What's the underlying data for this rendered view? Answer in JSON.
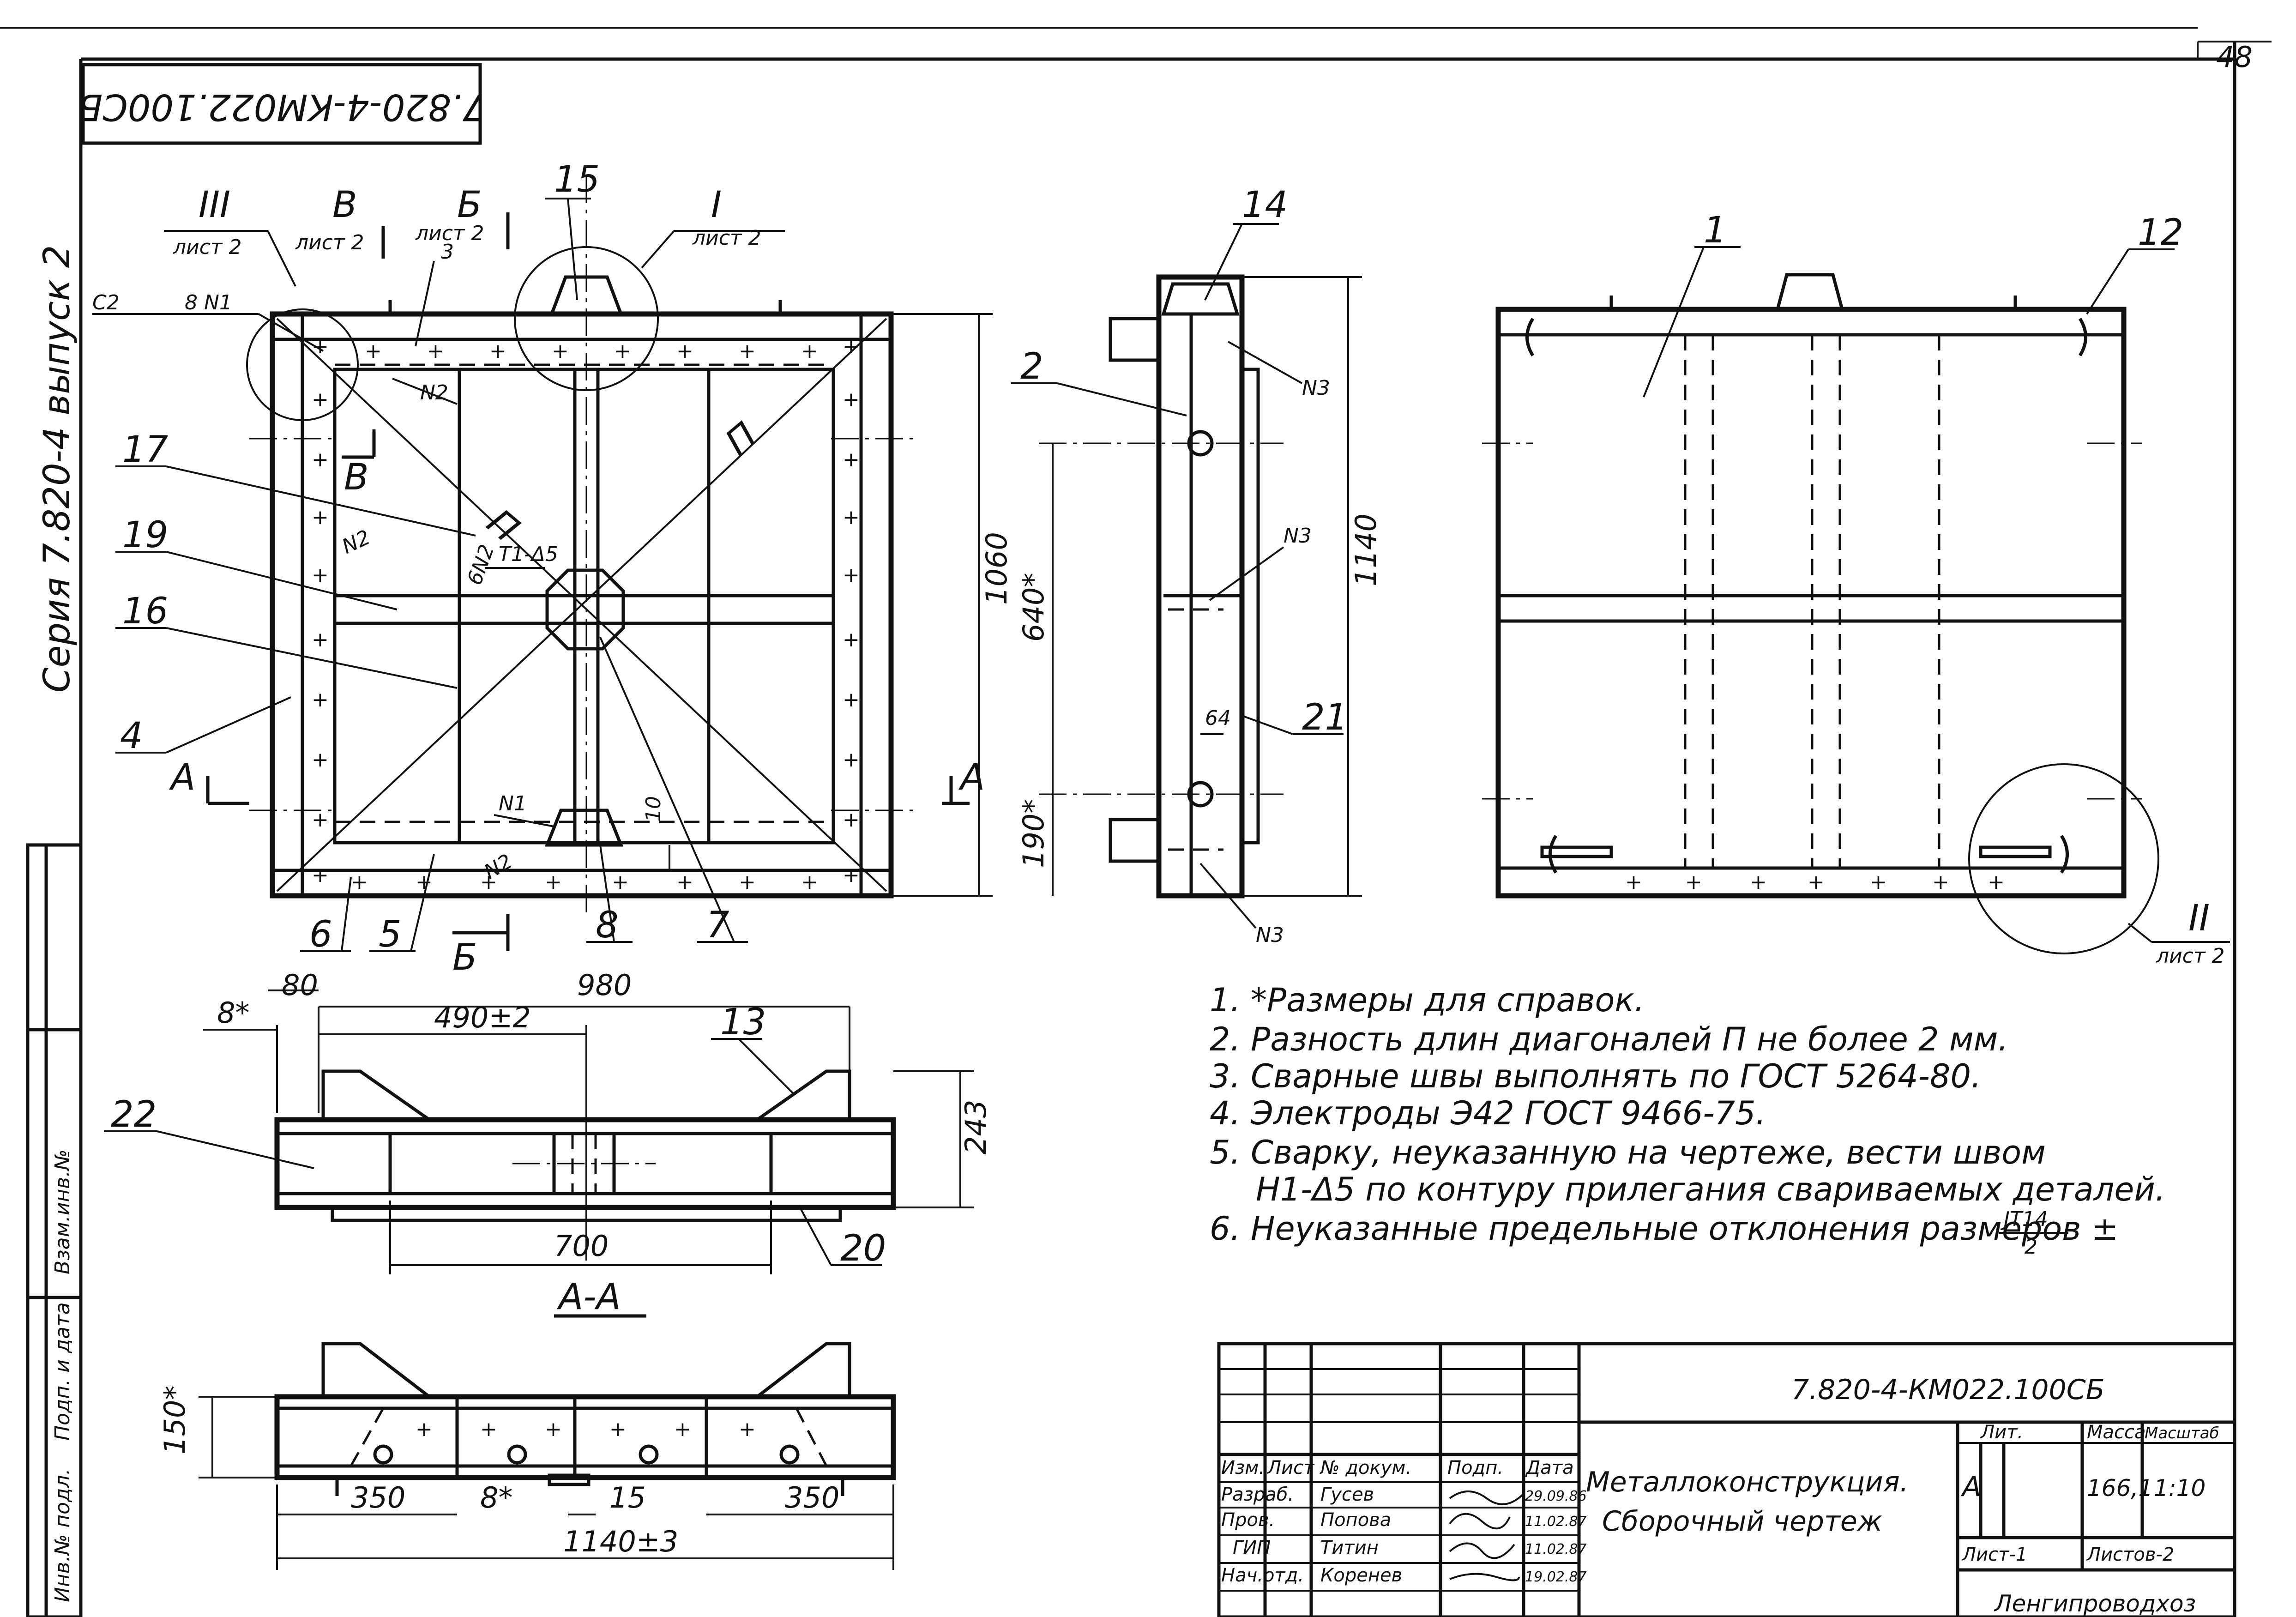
{
  "sheet": {
    "page_number": "48",
    "doc_code_top": "7.820-4-КМ022.100СБ",
    "series_side": "Серия 7.820-4 выпуск 2"
  },
  "callouts": {
    "n1": "1",
    "n2": "2",
    "n3": "3",
    "n4": "4",
    "n5": "5",
    "n6": "6",
    "n7": "7",
    "n8": "8",
    "n12": "12",
    "n13": "13",
    "n14": "14",
    "n15": "15",
    "n16": "16",
    "n17": "17",
    "n19": "19",
    "n20": "20",
    "n21": "21",
    "n22": "22"
  },
  "sections": {
    "III": "III",
    "I": "I",
    "II": "II",
    "B": "В",
    "BB": "Б",
    "A": "А",
    "AA": "А-А",
    "list2": "лист 2",
    "P": "П"
  },
  "weld_labels": {
    "c2": "С2",
    "c2_spec": "8 N1",
    "n1": "N1",
    "n2": "N2",
    "n3": "N3",
    "w_6n2": "6N2",
    "w_t1": "Т1-Δ5"
  },
  "dimensions": {
    "d1060": "1060",
    "d1140": "1140",
    "d640": "640*",
    "d190": "190*",
    "d64": "64",
    "d10": "10",
    "d80": "80",
    "d980": "980",
    "d8": "8*",
    "d490": "490±2",
    "d243": "243",
    "d700": "700",
    "d150": "150*",
    "d350a": "350",
    "d8b": "8*",
    "d15": "15",
    "d350b": "350",
    "d1140b": "1140±3"
  },
  "notes": [
    "1. *Размеры для справок.",
    "2. Разность длин диагоналей П не более 2 мм.",
    "3. Сварные швы выполнять по ГОСТ 5264-80.",
    "4. Электроды Э42 ГОСТ 9466-75.",
    "5. Сварку, неуказанную на чертеже, вести швом",
    "Н1-Δ5 по контуру прилегания свариваемых деталей.",
    "6. Неуказанные предельные отклонения размеров ±"
  ],
  "notes_fraction": {
    "num": "JT14",
    "den": "2"
  },
  "title_block": {
    "doc_code": "7.820-4-КМ022.100СБ",
    "title_line1": "Металлоконструкция.",
    "title_line2": "Сборочный чертеж",
    "col_headers": [
      "Изм.",
      "Лист",
      "№ докум.",
      "Подп.",
      "Дата"
    ],
    "rows": [
      {
        "role": "Разраб.",
        "name": "Гусев",
        "date": "29.09.86"
      },
      {
        "role": "Пров.",
        "name": "Попова",
        "date": "11.02.87"
      },
      {
        "role": "ГИП",
        "name": "Титин",
        "date": "11.02.87"
      },
      {
        "role": "Нач.отд.",
        "name": "Коренев",
        "date": "19.02.87"
      }
    ],
    "lit_label": "Лит.",
    "mass_label": "Масса",
    "scale_label": "Масштаб",
    "lit": "А",
    "mass": "166,1",
    "scale": "1:10",
    "sheet_label": "Лист-1",
    "sheets_label": "Листов-2",
    "org": "Ленгипроводхоз"
  },
  "side_strip": [
    "Инв.№ подл.",
    "Подп. и дата",
    "Взам.инв.№"
  ]
}
